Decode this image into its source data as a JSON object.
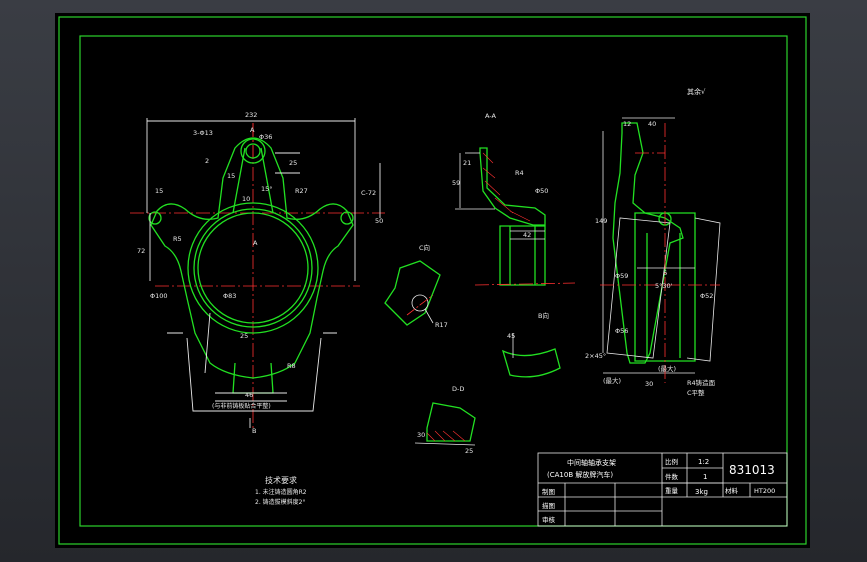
{
  "drawing": {
    "number": "831013",
    "part_name": "中间轴轴承支架",
    "model_line": "(CA10B 解放牌汽车)",
    "scale_label": "比例",
    "scale_value": "1:2",
    "count_label": "件数",
    "count_value": "1",
    "weight_label": "重量",
    "weight_value": "3kg",
    "material_label": "材料",
    "material_value": "HT200",
    "rows": [
      "制图",
      "描图",
      "审核"
    ],
    "roughness_note": "其余√"
  },
  "tech_req": {
    "title": "技术要求",
    "items": [
      "1. 未注铸造圆角R2",
      "2. 铸造拔模斜度2°"
    ]
  },
  "views": {
    "main": {
      "dims": [
        "232",
        "3-Φ13",
        "Φ36",
        "2",
        "25",
        "15",
        "15°",
        "10",
        "C-72",
        "15",
        "R27",
        "R5",
        "72",
        "Φ100",
        "Φ83",
        "25",
        "R8",
        "46",
        "50"
      ],
      "labels": [
        "A",
        "A",
        "B"
      ],
      "base_note": "(与非前铸板贴合平整)"
    },
    "section_aa": {
      "title": "A-A",
      "dims": [
        "21",
        "59",
        "R4",
        "Φ50",
        "42"
      ]
    },
    "side": {
      "dims": [
        "12",
        "40",
        "149",
        "Φ59",
        "Φ52",
        "6",
        "5°30'",
        "Φ56",
        "2×45°",
        "30",
        "(最大)",
        "(最大)"
      ],
      "notes": [
        "R4铸造面",
        "C平整"
      ]
    },
    "view_c": {
      "title": "C向",
      "dims": [
        "R17"
      ]
    },
    "view_b": {
      "title": "B向",
      "dims": [
        "45"
      ]
    },
    "view_dd": {
      "title": "D-D",
      "dims": [
        "30",
        "25"
      ]
    }
  }
}
